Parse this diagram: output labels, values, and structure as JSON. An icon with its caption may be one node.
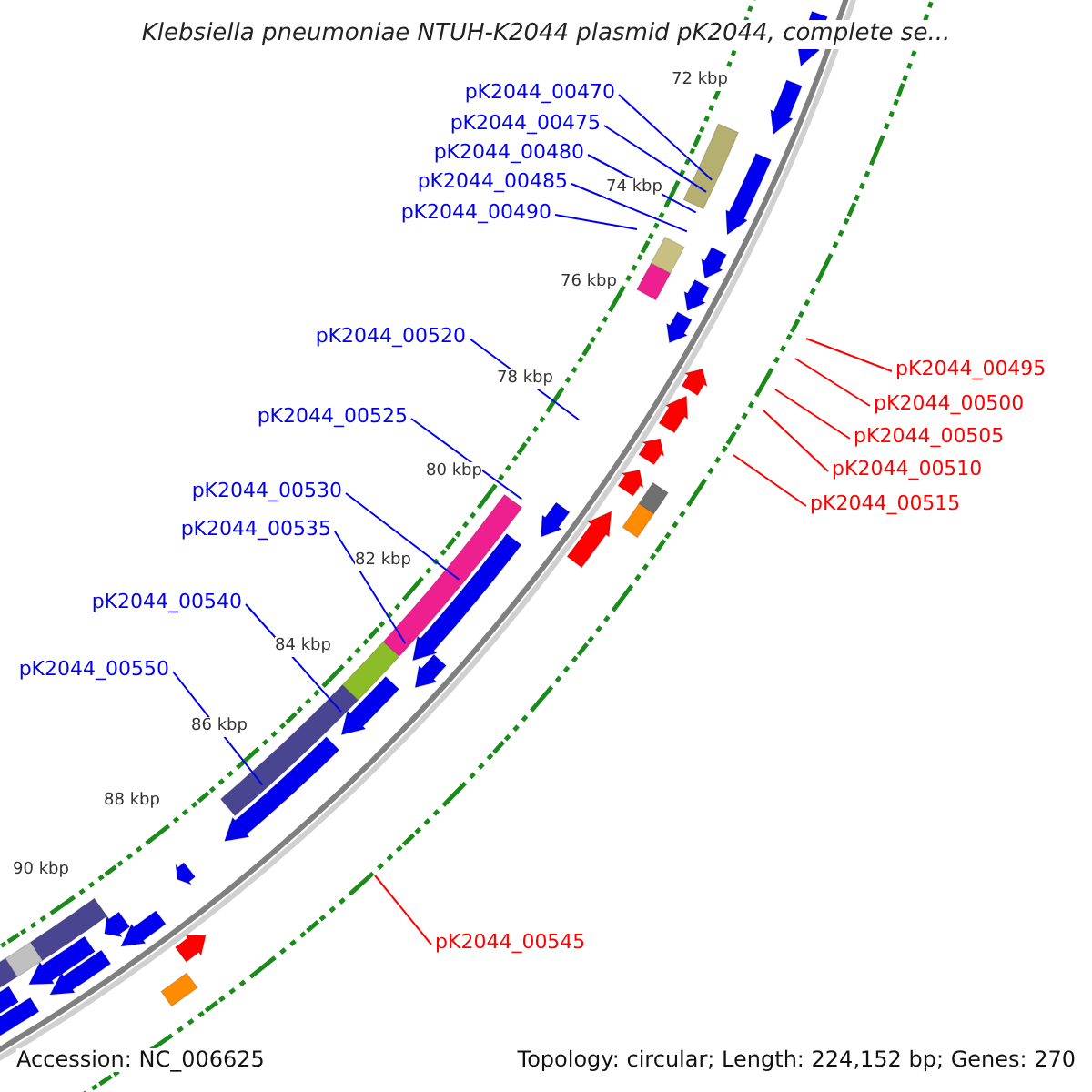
{
  "diagram": {
    "title": "Klebsiella pneumoniae NTUH-K2044 plasmid pK2044, complete se...",
    "nodes": [
      {
        "text": [
          "pK2044_00470"
        ]
      },
      {
        "text": [
          "pK2044_00475"
        ]
      },
      {
        "text": [
          "pK2044_00480"
        ]
      },
      {
        "text": [
          "pK2044_00485"
        ]
      },
      {
        "text": [
          "pK2044_00490"
        ]
      },
      {
        "text": [
          "pK2044_00520"
        ]
      },
      {
        "text": [
          "pK2044_00495"
        ]
      },
      {
        "text": [
          "pK2044_00500"
        ]
      },
      {
        "text": [
          "pK2044_00525"
        ]
      },
      {
        "text": [
          "pK2044_00505"
        ]
      },
      {
        "text": [
          "pK2044_00510"
        ]
      },
      {
        "text": [
          "pK2044_00530"
        ]
      },
      {
        "text": [
          "pK2044_00515"
        ]
      },
      {
        "text": [
          "pK2044_00535"
        ]
      },
      {
        "text": [
          "pK2044_00540"
        ]
      },
      {
        "text": [
          "pK2044_00550"
        ]
      },
      {
        "text": [
          "pK2044_00545"
        ]
      }
    ],
    "edges": [
      {
        "from": 0,
        "to": null,
        "arrow": "none"
      },
      {
        "from": 1,
        "to": null,
        "arrow": "none"
      },
      {
        "from": 2,
        "to": null,
        "arrow": "none"
      },
      {
        "from": 3,
        "to": null,
        "arrow": "none"
      },
      {
        "from": 4,
        "to": null,
        "arrow": "none"
      },
      {
        "from": 5,
        "to": null,
        "arrow": "none"
      },
      {
        "from": 6,
        "to": null,
        "arrow": "none",
        "color": "#ff0000"
      },
      {
        "from": 7,
        "to": null,
        "arrow": "none",
        "color": "#ff0000"
      },
      {
        "from": 8,
        "to": null,
        "arrow": "none"
      },
      {
        "from": 9,
        "to": null,
        "arrow": "none",
        "color": "#ff0000"
      },
      {
        "from": 10,
        "to": null,
        "arrow": "none",
        "color": "#ff0000"
      },
      {
        "from": 11,
        "to": null,
        "arrow": "none"
      },
      {
        "from": 12,
        "to": null,
        "arrow": "none",
        "color": "#ff0000"
      },
      {
        "from": 13,
        "to": null,
        "arrow": "none"
      },
      {
        "from": 14,
        "to": null,
        "arrow": "none"
      },
      {
        "from": 15,
        "to": null,
        "arrow": "none"
      },
      {
        "from": 16,
        "to": null,
        "arrow": "none",
        "color": "#ff0000"
      }
    ],
    "labels": [
      "72 kbp",
      "74 kbp",
      "76 kbp",
      "78 kbp",
      "80 kbp",
      "82 kbp",
      "84 kbp",
      "86 kbp",
      "88 kbp",
      "90 kbp",
      "Accession: NC_006625",
      "Topology: circular; Length: 224,152 bp; Genes: 270"
    ]
  }
}
